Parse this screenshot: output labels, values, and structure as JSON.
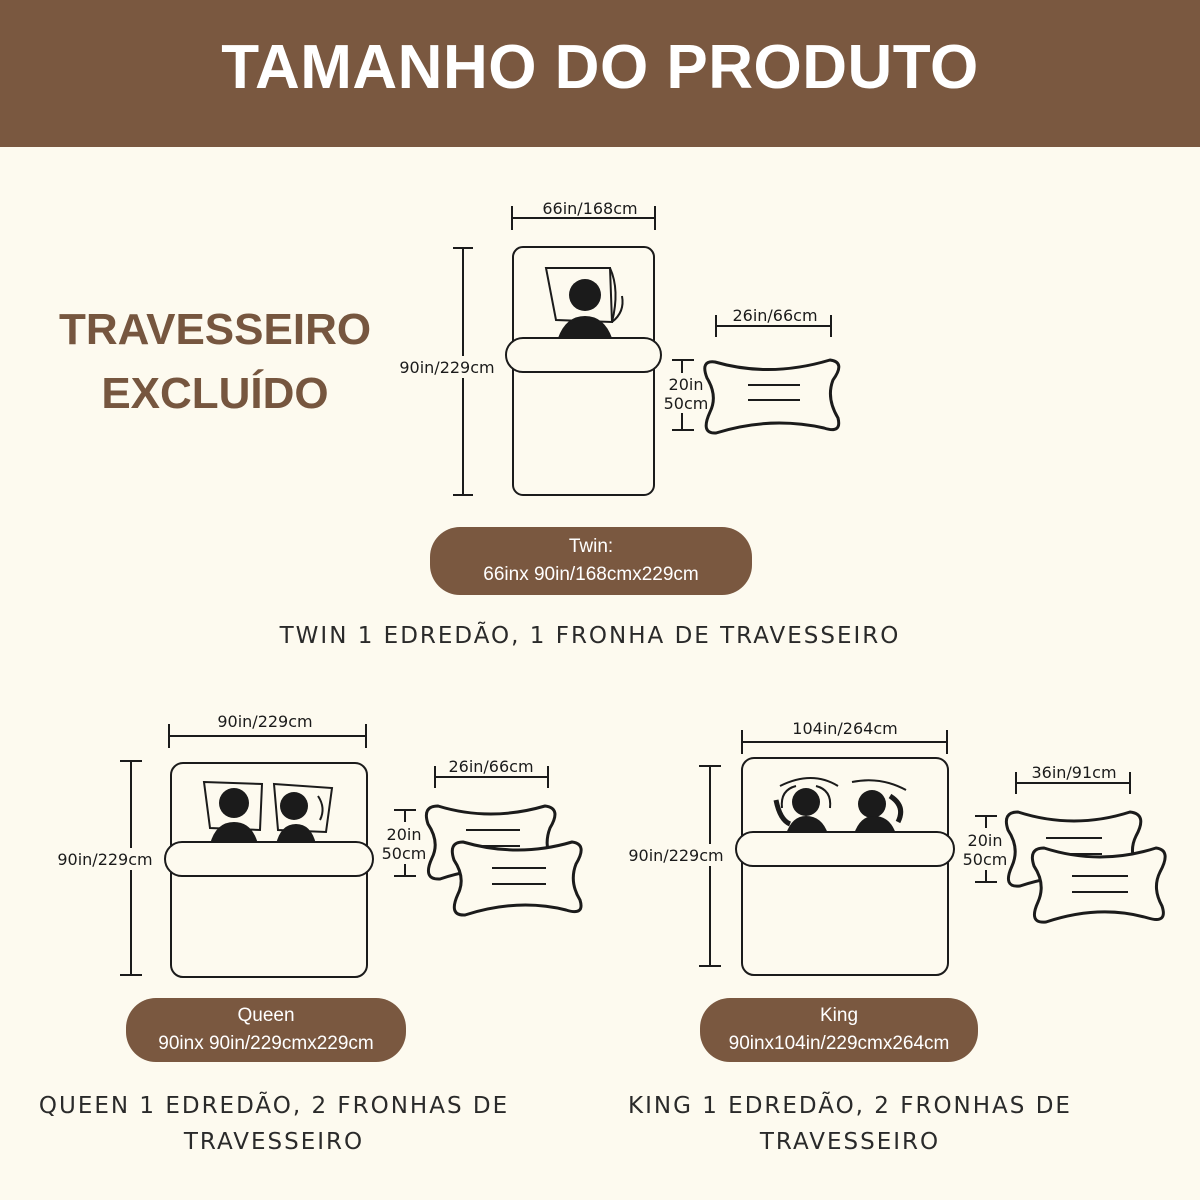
{
  "header": {
    "title": "TAMANHO DO PRODUTO"
  },
  "note": {
    "line1": "TRAVESSEIRO",
    "line2": "EXCLUÍDO"
  },
  "colors": {
    "brand_brown": "#7a5840",
    "background": "#fdfaef",
    "ink": "#1b1b1b"
  },
  "sizes": [
    {
      "id": "twin",
      "width_label": "66in/168cm",
      "length_label": "90in/229cm",
      "pillow_width_label": "26in/66cm",
      "pillow_height_in": "20in",
      "pillow_height_cm": "50cm",
      "pill_name": "Twin:",
      "pill_dims": "66inx 90in/168cmx229cm",
      "caption_line1": "TWIN 1 EDREDÃO, 1 FRONHA DE TRAVESSEIRO",
      "caption_line2": ""
    },
    {
      "id": "queen",
      "width_label": "90in/229cm",
      "length_label": "90in/229cm",
      "pillow_width_label": "26in/66cm",
      "pillow_height_in": "20in",
      "pillow_height_cm": "50cm",
      "pill_name": "Queen",
      "pill_dims": "90inx 90in/229cmx229cm",
      "caption_line1": "QUEEN 1 EDREDÃO, 2 FRONHAS DE",
      "caption_line2": "TRAVESSEIRO"
    },
    {
      "id": "king",
      "width_label": "104in/264cm",
      "length_label": "90in/229cm",
      "pillow_width_label": "36in/91cm",
      "pillow_height_in": "20in",
      "pillow_height_cm": "50cm",
      "pill_name": "King",
      "pill_dims": "90inx104in/229cmx264cm",
      "caption_line1": "KING 1 EDREDÃO, 2 FRONHAS DE",
      "caption_line2": "TRAVESSEIRO"
    }
  ]
}
